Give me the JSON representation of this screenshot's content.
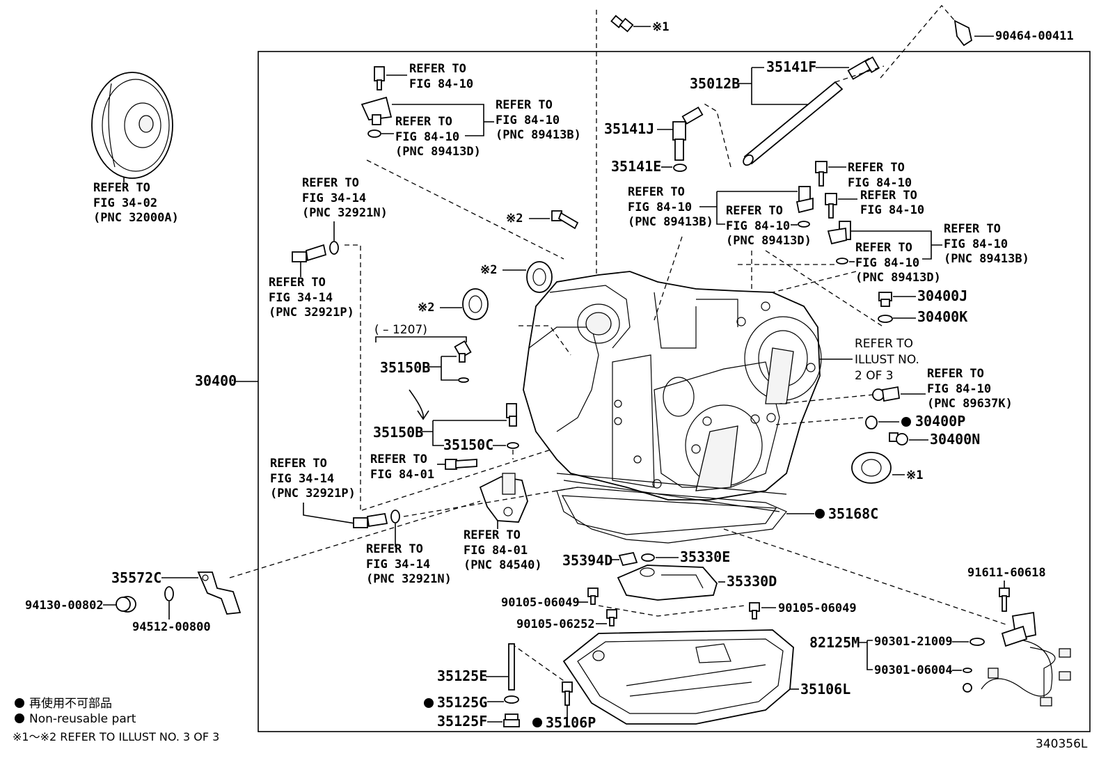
{
  "figure_id": "340356L",
  "refer_to": "REFER TO",
  "parts": {
    "p30400": "30400",
    "p30400J": "30400J",
    "p30400K": "30400K",
    "p30400P": "30400P",
    "p30400N": "30400N",
    "p35012B": "35012B",
    "p35141F": "35141F",
    "p35141J": "35141J",
    "p35141E": "35141E",
    "p35150B_a": "35150B",
    "p35150B_b": "35150B",
    "p35150C": "35150C",
    "p35168C": "35168C",
    "p35394D": "35394D",
    "p35330E": "35330E",
    "p35330D": "35330D",
    "p35572C": "35572C",
    "p94130": "94130-00802",
    "p94512": "94512-00800",
    "p90105a": "90105-06049",
    "p90105b": "90105-06252",
    "p90105c": "90105-06049",
    "p91611": "91611-60618",
    "p82125M": "82125M",
    "p90301a": "90301-21009",
    "p90301b": "90301-06004",
    "p35125E": "35125E",
    "p35125G": "35125G",
    "p35125F": "35125F",
    "p35106P": "35106P",
    "p35106L": "35106L",
    "p90464": "90464-00411"
  },
  "markers": {
    "m1": "※1",
    "m2": "※2"
  },
  "refs": {
    "fig3402": "FIG 34-02",
    "pnc32000A": "(PNC 32000A)",
    "fig3414": "FIG 34-14",
    "pnc32921N": "(PNC 32921N)",
    "pnc32921P": "(PNC 32921P)",
    "fig8410": "FIG 84-10",
    "pnc89413D": "(PNC 89413D)",
    "pnc89413B": "(PNC 89413B)",
    "pnc89637K": "(PNC 89637K)",
    "fig8401": "FIG 84-01",
    "pnc84540": "(PNC 84540)",
    "illust_line1": "ILLUST NO.",
    "illust_line2": "2 OF 3",
    "date_range": "(  – 1207)"
  },
  "legend": {
    "jp": "再使用不可部品",
    "en": "Non-reusable part",
    "note": "※1～※2  REFER TO ILLUST NO. 3 OF 3"
  }
}
